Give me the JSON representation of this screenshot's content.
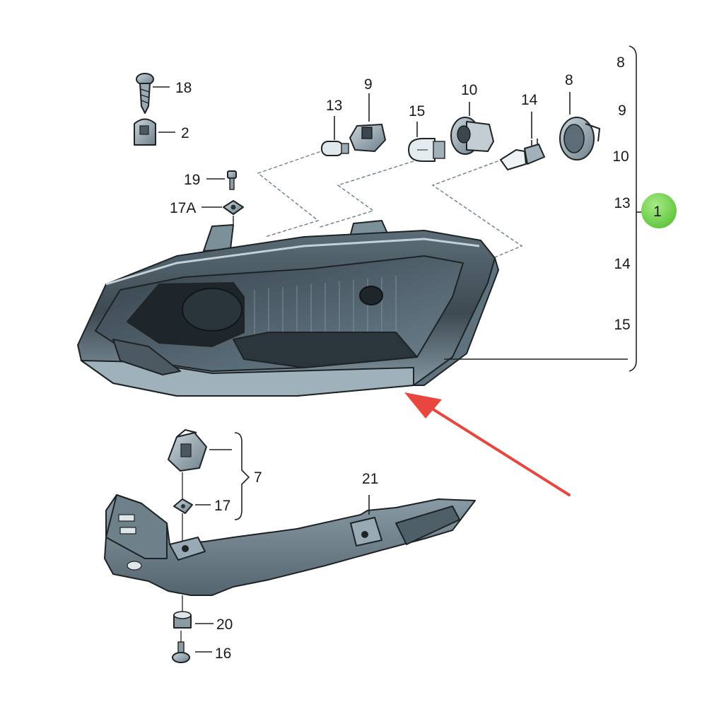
{
  "labels": {
    "l18": "18",
    "l2": "2",
    "l19": "19",
    "l17A": "17A",
    "l13": "13",
    "l9": "9",
    "l15": "15",
    "l10": "10",
    "l14": "14",
    "l8": "8",
    "l7": "7",
    "l17": "17",
    "l21": "21",
    "l20": "20",
    "l16": "16"
  },
  "bracket_list": [
    "8",
    "9",
    "10",
    "13",
    "14",
    "15"
  ],
  "badge": {
    "text": "1",
    "color": "#7ed957"
  },
  "arrow_color": "#e8463f",
  "colors": {
    "housing_dark": "#3d4850",
    "housing_mid": "#6f8793",
    "housing_light": "#a7bac4",
    "lines": "#222222"
  }
}
